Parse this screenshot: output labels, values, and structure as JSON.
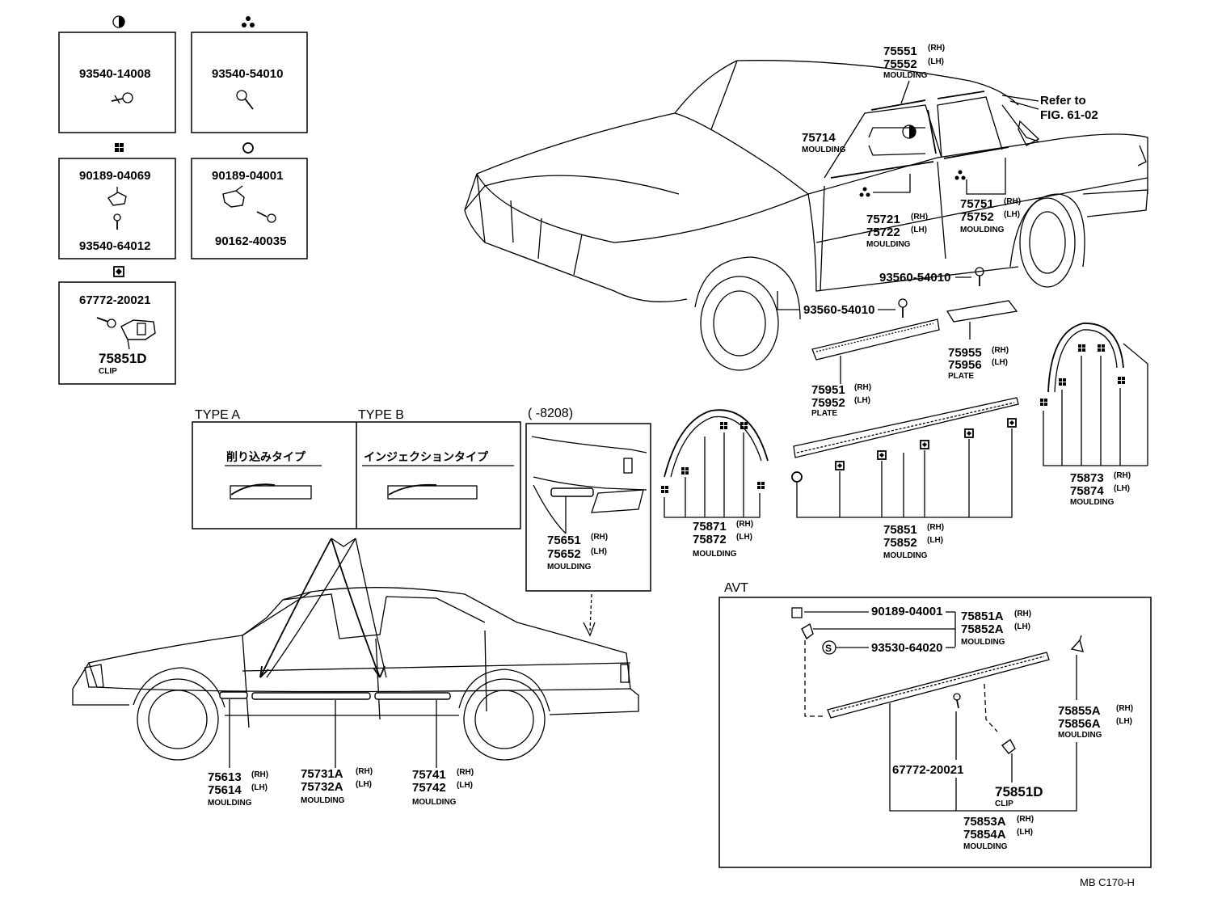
{
  "boxes": {
    "box1_part": "93540-14008",
    "box2_part": "93540-54010",
    "box3_part_top": "90189-04069",
    "box3_part_bottom": "93540-64012",
    "box4_part_top": "90189-04001",
    "box4_part_bottom": "90162-40035",
    "box5_part": "67772-20021",
    "box5_clip_no": "75851D",
    "box5_clip_name": "CLIP"
  },
  "types": {
    "type_a_header": "TYPE  A",
    "type_b_header": "TYPE  B",
    "type_a_name": "削り込みタイプ",
    "type_b_name": "インジェクションタイプ",
    "date_note": "(        -8208)"
  },
  "car_top": {
    "p75551": "75551",
    "p75552": "75552",
    "moulding_top": "MOULDING",
    "refer1": "Refer to",
    "refer2": "FIG. 61-02",
    "p75714": "75714",
    "moulding_75714": "MOULDING",
    "p75721": "75721",
    "p75722": "75722",
    "moulding_757212": "MOULDING",
    "p75751": "75751",
    "p75752": "75752",
    "moulding_75751": "MOULDING",
    "screw1": "93560-54010",
    "screw2": "93560-54010",
    "p75951": "75951",
    "p75952": "75952",
    "plate1": "PLATE",
    "p75955": "75955",
    "p75956": "75956",
    "plate2": "PLATE"
  },
  "mouldings": {
    "p75871": "75871",
    "p75872": "75872",
    "m1": "MOULDING",
    "p75851": "75851",
    "p75852": "75852",
    "m2": "MOULDING",
    "p75873": "75873",
    "p75874": "75874",
    "m3": "MOULDING",
    "p75651": "75651",
    "p75652": "75652",
    "m4": "MOULDING"
  },
  "car_side": {
    "p75613": "75613",
    "p75614": "75614",
    "m1": "MOULDING",
    "p75731A": "75731A",
    "p75732A": "75732A",
    "m2": "MOULDING",
    "p75741": "75741",
    "p75742": "75742",
    "m3": "MOULDING"
  },
  "avt": {
    "title": "AVT",
    "pa": "90189-04001",
    "pb": "93530-64020",
    "p75851A": "75851A",
    "p75852A": "75852A",
    "m1": "MOULDING",
    "p75855A": "75855A",
    "p75856A": "75856A",
    "m2": "MOULDING",
    "pc": "67772-20021",
    "p75851D": "75851D",
    "clip": "CLIP",
    "p75853A": "75853A",
    "p75854A": "75854A",
    "m3": "MOULDING"
  },
  "suffix": {
    "rh": "(RH)",
    "lh": "(LH)",
    "rh_sp": "(RH)",
    "lh_sp": "(LH)"
  },
  "footer": {
    "code": "MB  C170-H"
  }
}
